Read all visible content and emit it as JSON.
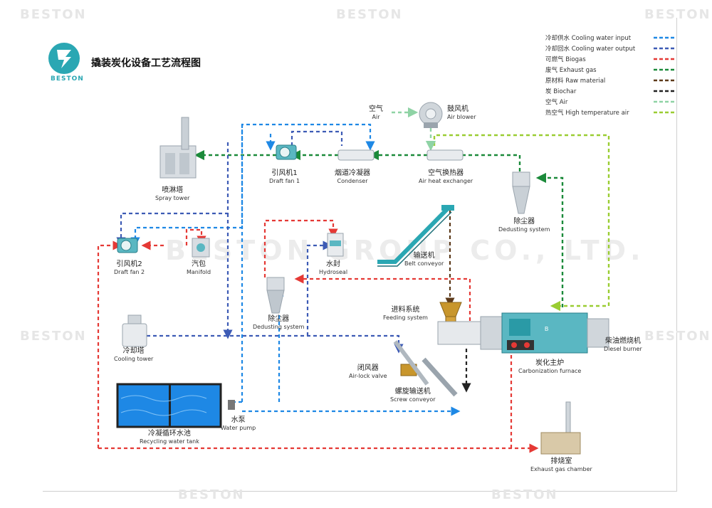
{
  "watermark": {
    "brand": "BESTON",
    "company": "BESTON GROUP CO., LTD."
  },
  "logo": {
    "text": "BESTON"
  },
  "title": "撬装炭化设备工艺流程图",
  "legend": [
    {
      "cn": "冷却供水",
      "en": "Cooling water input",
      "color": "#1e88e5"
    },
    {
      "cn": "冷却回水",
      "en": "Cooling water output",
      "color": "#3d5bb5"
    },
    {
      "cn": "可燃气",
      "en": "Biogas",
      "color": "#e53935"
    },
    {
      "cn": "废气",
      "en": "Exhaust gas",
      "color": "#1b8a3a"
    },
    {
      "cn": "原材料",
      "en": "Raw material",
      "color": "#5d3a1a"
    },
    {
      "cn": "炭",
      "en": "Biochar",
      "color": "#222222"
    },
    {
      "cn": "空气",
      "en": "Air",
      "color": "#8fd3a5"
    },
    {
      "cn": "热空气",
      "en": "High temperature air",
      "color": "#9acd32"
    }
  ],
  "components": {
    "air": {
      "cn": "空气",
      "en": "Air"
    },
    "air_blower": {
      "cn": "鼓风机",
      "en": "Air blower"
    },
    "spray_tower": {
      "cn": "喷淋塔",
      "en": "Spray tower"
    },
    "draft_fan_1": {
      "cn": "引风机1",
      "en": "Draft fan 1"
    },
    "condenser": {
      "cn": "烟道冷凝器",
      "en": "Condenser"
    },
    "air_heat_exchanger": {
      "cn": "空气换热器",
      "en": "Air heat exchanger"
    },
    "dedusting_top": {
      "cn": "除尘器",
      "en": "Dedusting system"
    },
    "draft_fan_2": {
      "cn": "引风机2",
      "en": "Draft fan 2"
    },
    "manifold": {
      "cn": "汽包",
      "en": "Manifold"
    },
    "hydroseal": {
      "cn": "水封",
      "en": "Hydroseal"
    },
    "belt_conveyor": {
      "cn": "输送机",
      "en": "Belt conveyor"
    },
    "dedusting_mid": {
      "cn": "除尘器",
      "en": "Dedusting system"
    },
    "feeding_system": {
      "cn": "进料系统",
      "en": "Feeding system"
    },
    "cooling_tower": {
      "cn": "冷却塔",
      "en": "Cooling tower"
    },
    "carbonization_furnace": {
      "cn": "炭化主炉",
      "en": "Carbonization furnace"
    },
    "diesel_burner": {
      "cn": "柴油燃烧机",
      "en": "Diesel burner"
    },
    "air_lock_valve": {
      "cn": "闭风器",
      "en": "Air-lock valve"
    },
    "screw_conveyor": {
      "cn": "螺旋输送机",
      "en": "Screw conveyor"
    },
    "recycling_tank": {
      "cn": "冷凝循环水池",
      "en": "Recycling water tank"
    },
    "water_pump": {
      "cn": "水泵",
      "en": "Water pump"
    },
    "exhaust_chamber": {
      "cn": "排烧室",
      "en": "Exhaust gas chamber"
    }
  }
}
